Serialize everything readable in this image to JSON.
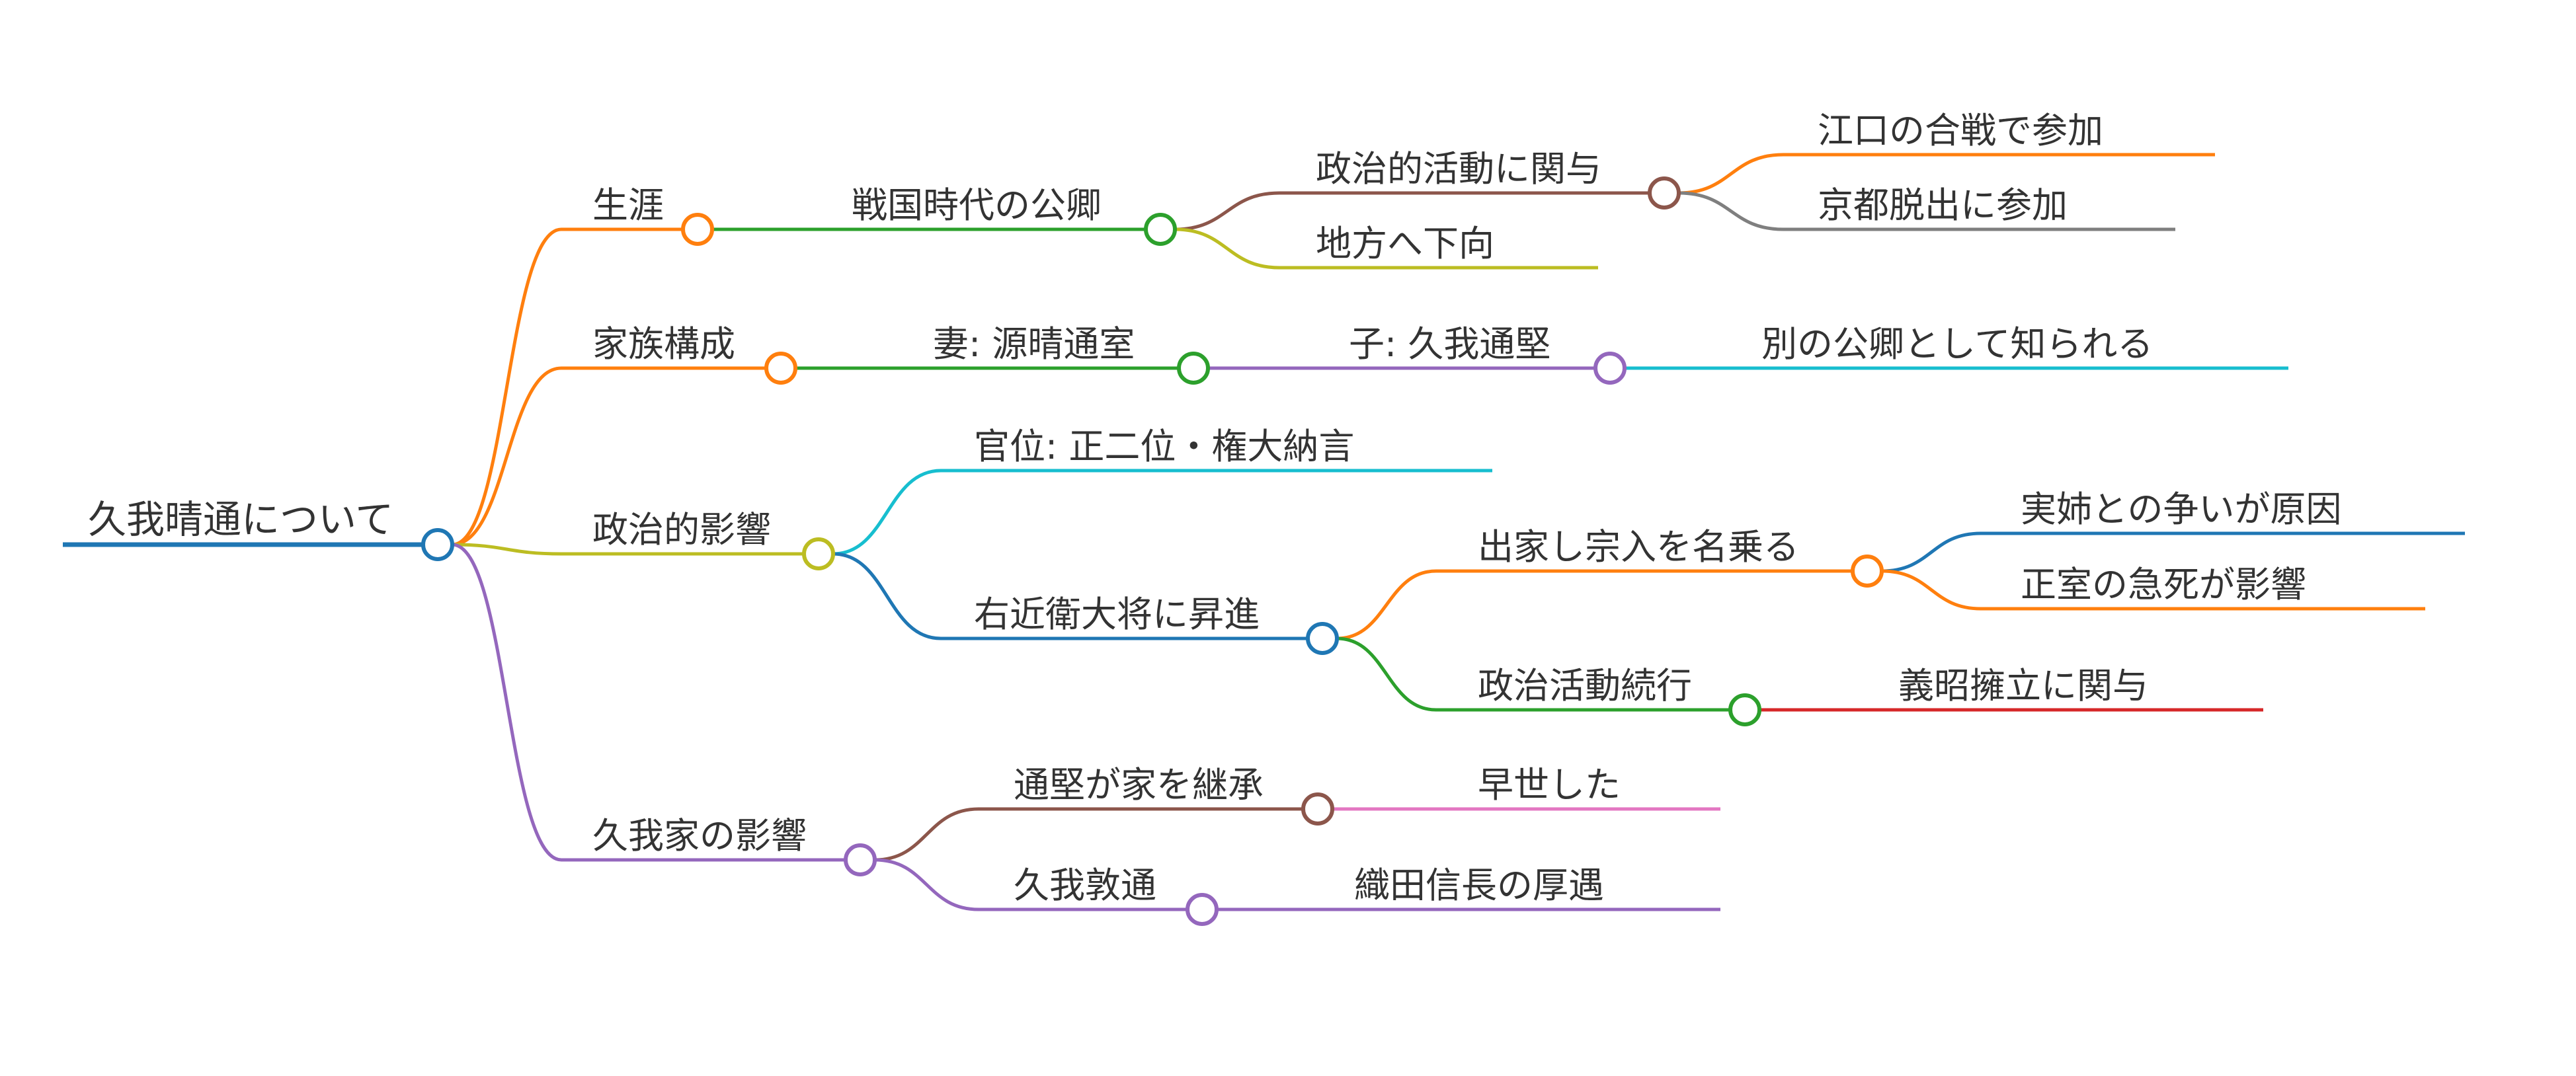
{
  "title": "久我晴通について",
  "palette": {
    "blue": "#1f77b4",
    "orange": "#ff7f0e",
    "green": "#2ca02c",
    "red": "#d62728",
    "purple": "#9467bd",
    "brown": "#8c564b",
    "pink": "#e377c2",
    "gray": "#7f7f7f",
    "olive": "#bcbd22",
    "cyan": "#17becf",
    "text": "#333333"
  },
  "mindmap": {
    "id": "root",
    "label": "久我晴通について",
    "color": "#1f77b4",
    "children": [
      {
        "id": "shougai",
        "label": "生涯",
        "color": "#ff7f0e",
        "children": [
          {
            "id": "sengoku",
            "label": "戦国時代の公卿",
            "color": "#2ca02c",
            "children": [
              {
                "id": "seiji_katsudou",
                "label": "政治的活動に関与",
                "color": "#8c564b",
                "children": [
                  {
                    "id": "eguchi",
                    "label": "江口の合戦で参加",
                    "color": "#ff7f0e",
                    "children": []
                  },
                  {
                    "id": "kyoto",
                    "label": "京都脱出に参加",
                    "color": "#7f7f7f",
                    "children": []
                  }
                ]
              },
              {
                "id": "chihou",
                "label": "地方へ下向",
                "color": "#bcbd22",
                "children": []
              }
            ]
          }
        ]
      },
      {
        "id": "kazoku",
        "label": "家族構成",
        "color": "#ff7f0e",
        "children": [
          {
            "id": "tsuma",
            "label": "妻: 源晴通室",
            "color": "#2ca02c",
            "children": [
              {
                "id": "ko",
                "label": "子: 久我通堅",
                "color": "#9467bd",
                "children": [
                  {
                    "id": "betsu",
                    "label": "別の公卿として知られる",
                    "color": "#17becf",
                    "children": []
                  }
                ]
              }
            ]
          }
        ]
      },
      {
        "id": "seiji_eikyou",
        "label": "政治的影響",
        "color": "#bcbd22",
        "children": [
          {
            "id": "kan_i",
            "label": "官位: 正二位・権大納言",
            "color": "#17becf",
            "children": []
          },
          {
            "id": "ukon",
            "label": "右近衛大将に昇進",
            "color": "#1f77b4",
            "children": [
              {
                "id": "shukke",
                "label": "出家し宗入を名乗る",
                "color": "#ff7f0e",
                "children": [
                  {
                    "id": "jisshi",
                    "label": "実姉との争いが原因",
                    "color": "#1f77b4",
                    "children": []
                  },
                  {
                    "id": "seishitsu",
                    "label": "正室の急死が影響",
                    "color": "#ff7f0e",
                    "children": []
                  }
                ]
              },
              {
                "id": "zokkou",
                "label": "政治活動続行",
                "color": "#2ca02c",
                "children": [
                  {
                    "id": "yoshiaki",
                    "label": "義昭擁立に関与",
                    "color": "#d62728",
                    "children": []
                  }
                ]
              }
            ]
          }
        ]
      },
      {
        "id": "kogake",
        "label": "久我家の影響",
        "color": "#9467bd",
        "children": [
          {
            "id": "keishou",
            "label": "通堅が家を継承",
            "color": "#8c564b",
            "children": [
              {
                "id": "sousei",
                "label": "早世した",
                "color": "#e377c2",
                "children": []
              }
            ]
          },
          {
            "id": "atsumichi",
            "label": "久我敦通",
            "color": "#9467bd",
            "children": [
              {
                "id": "oda",
                "label": "織田信長の厚遇",
                "color": "#9467bd",
                "children": []
              }
            ]
          }
        ]
      }
    ]
  }
}
